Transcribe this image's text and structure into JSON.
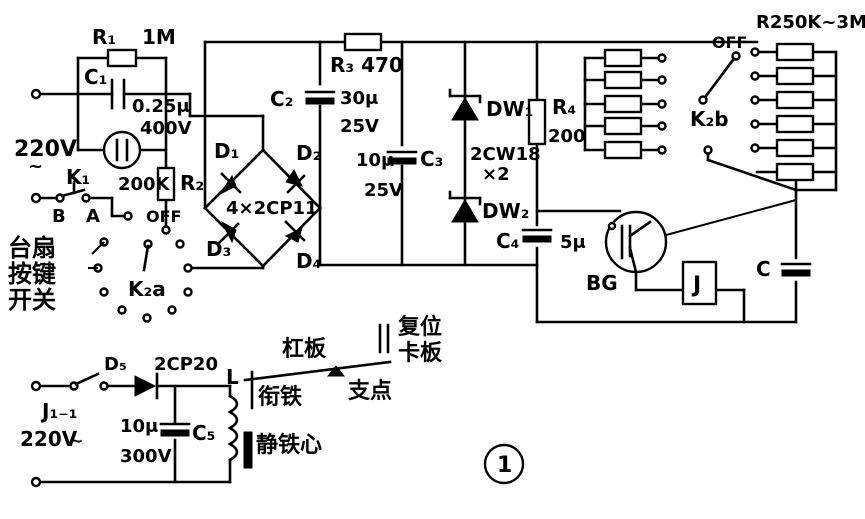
{
  "labels": {
    "r1": "R₁",
    "r1_val": "1M",
    "c1": "C₁",
    "c1_val": "0.25μ",
    "c1_volt": "400V",
    "mains_top_v": "220V",
    "mains_top_tilde": "~",
    "k1": "K₁",
    "b": "B",
    "a": "A",
    "r2_val": "200K",
    "r2": "R₂",
    "off1": "OFF",
    "table_fan": "台扇",
    "key_switch": "按键",
    "switch": "开关",
    "k2a": "K₂a",
    "d1": "D₁",
    "d2": "D₂",
    "d3": "D₃",
    "d4": "D₄",
    "bridge": "4×2CP11",
    "c2": "C₂",
    "c2_val": "30μ",
    "c2_volt": "25V",
    "r3": "R₃ 470",
    "c3_val": "10μ",
    "c3": "C₃",
    "c3_volt": "25V",
    "dw1": "DW₁",
    "dw_type": "2CW18",
    "dw_count": "×2",
    "dw2": "DW₂",
    "r4": "R₄",
    "r4_val": "200",
    "c4": "C₄",
    "c4_val": "5μ",
    "bg": "BG",
    "j": "J",
    "c": "C",
    "r_range": "R250K~3M",
    "off2": "OFF",
    "k2b": "K₂b",
    "d5": "D₅",
    "d5_type": "2CP20",
    "l": "L",
    "j11": "J₁₋₁",
    "mains_bot_v": "220V",
    "mains_bot_tilde": "~",
    "c5_val": "10μ",
    "c5": "C₅",
    "c5_volt": "300V",
    "lever": "杠板",
    "reset_plate": "复位",
    "reset_plate2": "卡板",
    "armature": "衔铁",
    "pivot": "支点",
    "core": "静铁心",
    "fig_number": "1"
  }
}
